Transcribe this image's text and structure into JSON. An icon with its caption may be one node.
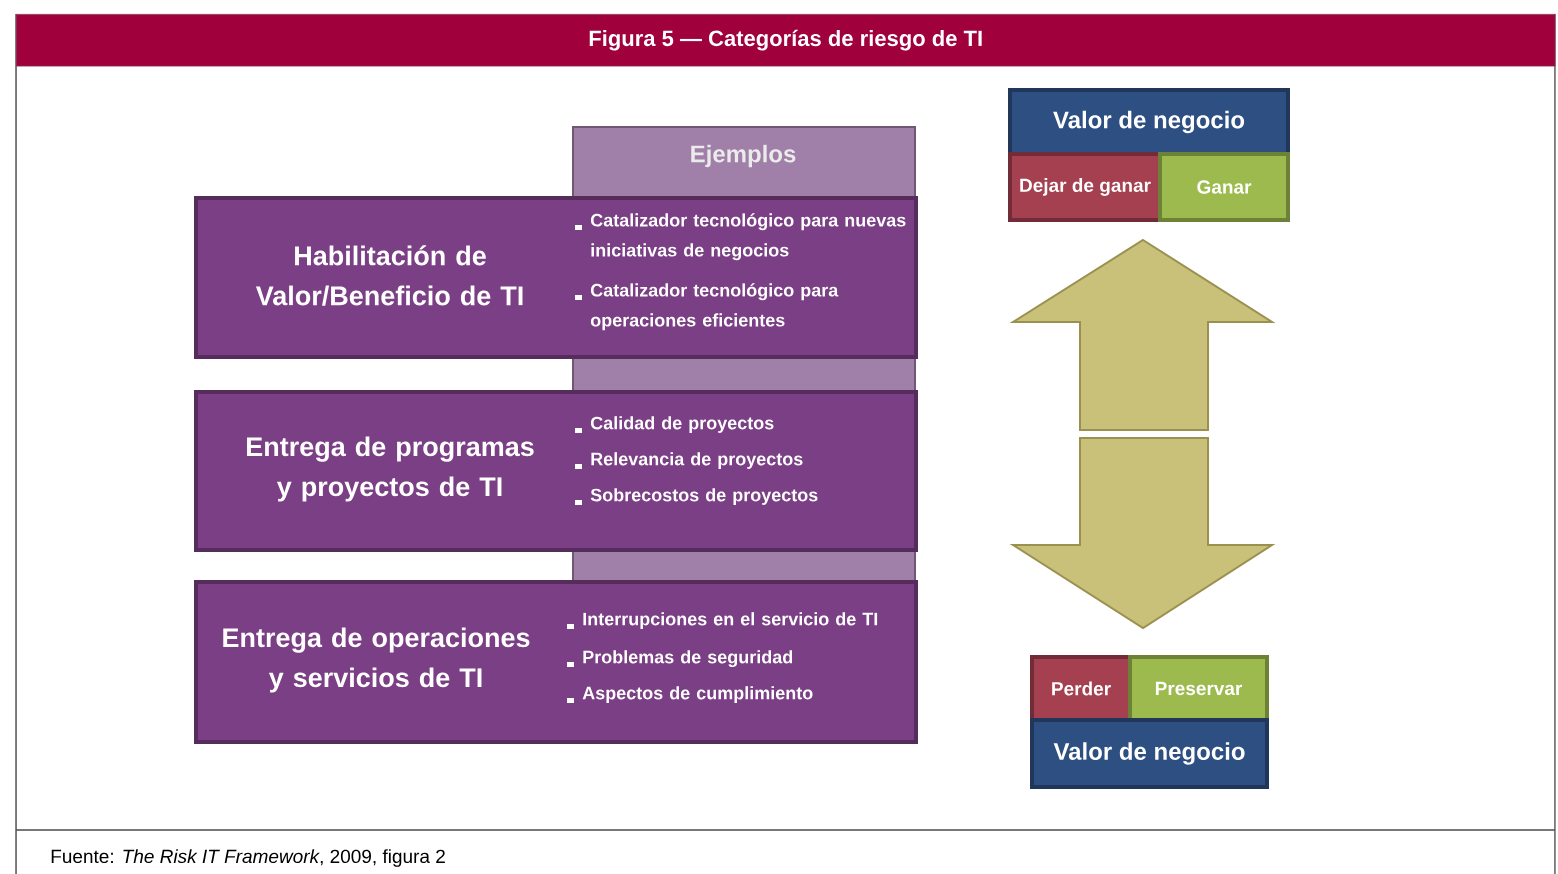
{
  "diagram": {
    "title": "Figura 5 — Categorías de riesgo de TI",
    "caption": "Fuente: *The Risk IT Framework*, 2009, figura 2",
    "nodes": [
      {
        "text": [
          "Ejemplos"
        ]
      },
      {
        "text": [
          "Habilitación de Valor/Beneficio de TI",
          "Catalizador tecnológico para nuevas iniciativas de negocios",
          "Catalizador tecnológico para operaciones eficientes"
        ]
      },
      {
        "text": [
          "Entrega de programas y proyectos de TI",
          "Calidad de proyectos",
          "Relevancia de proyectos",
          "Sobrecostos de proyectos"
        ]
      },
      {
        "text": [
          "Entrega de operaciones y servicios de TI",
          "Interrupciones en el servicio de TI",
          "Problemas de seguridad",
          "Aspectos de cumplimiento"
        ]
      },
      {
        "text": [
          "Valor de negocio"
        ]
      },
      {
        "text": [
          "Dejar de ganar"
        ]
      },
      {
        "text": [
          "Ganar"
        ]
      },
      {
        "text": [
          "Perder"
        ]
      },
      {
        "text": [
          "Preservar"
        ]
      },
      {
        "text": [
          "Valor de negocio"
        ]
      }
    ]
  }
}
